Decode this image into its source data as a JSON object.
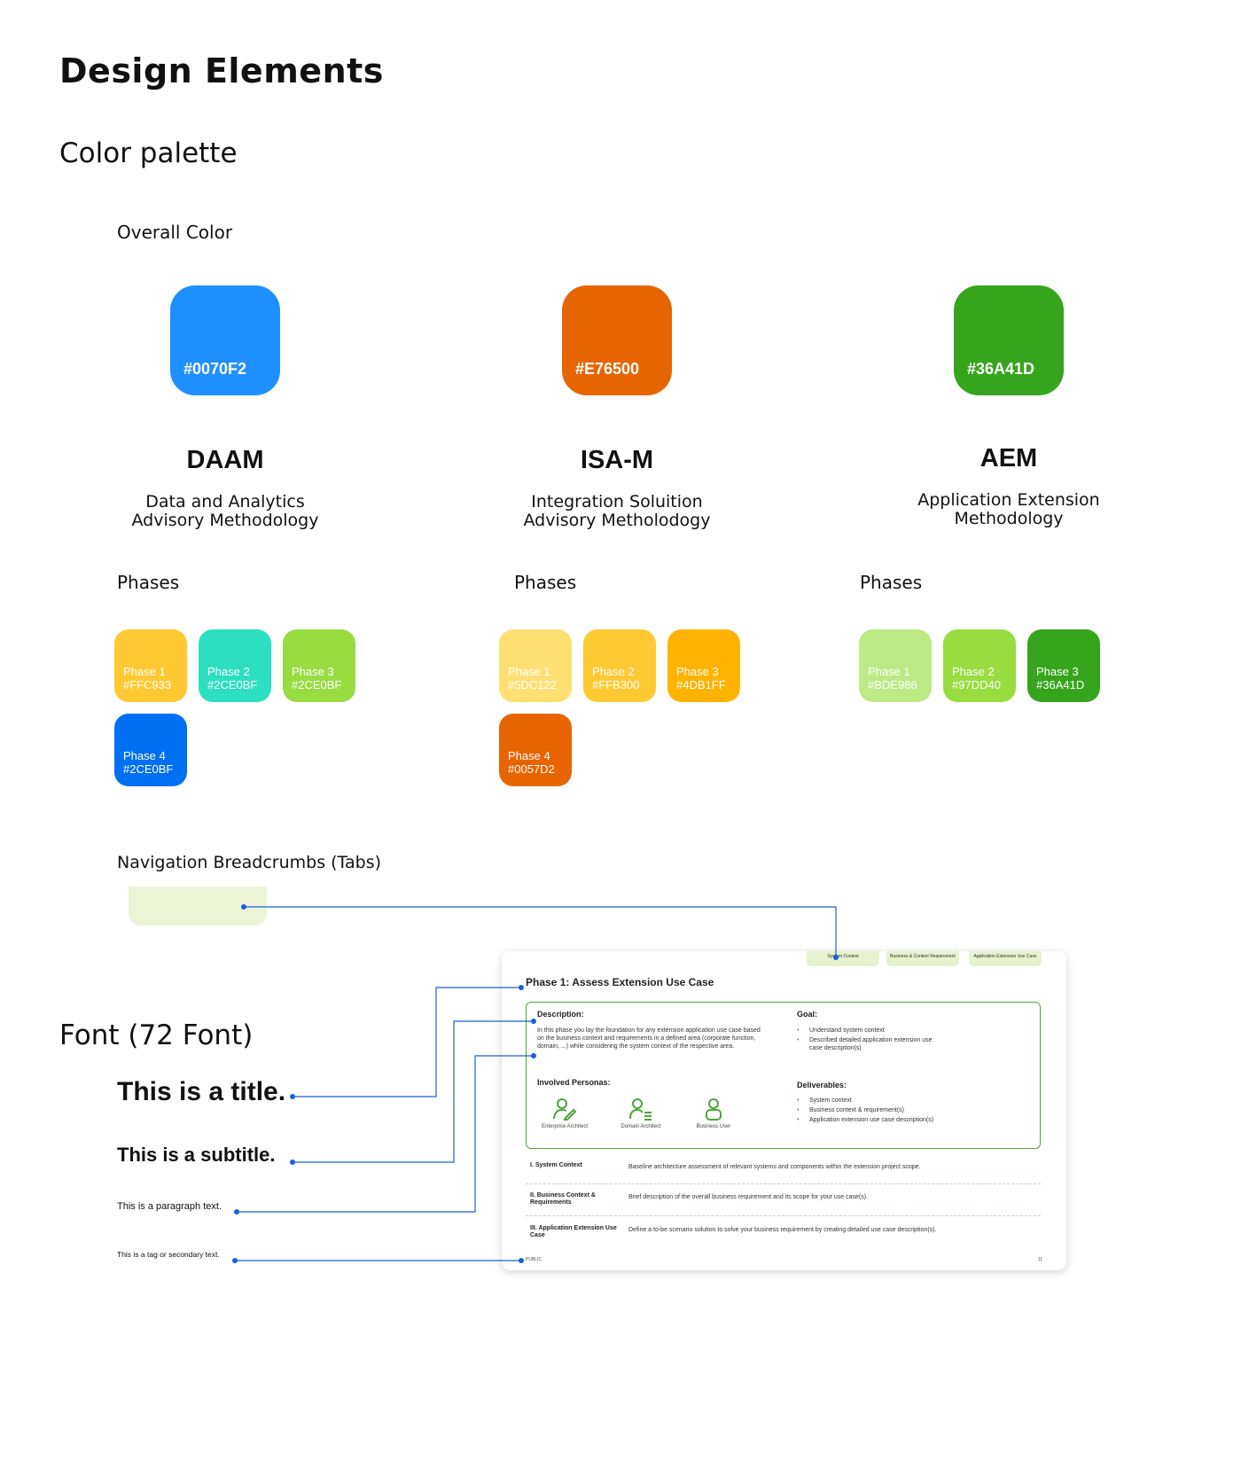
{
  "page": {
    "title": "Design Elements",
    "section_color": "Color palette",
    "overall_color_label": "Overall Color",
    "nav_label": "Navigation Breadcrumbs (Tabs)",
    "font_label": "Font (72 Font)"
  },
  "brands": [
    {
      "hex": "#0070F2",
      "color": "#1E90FF",
      "name": "DAAM",
      "sub1": "Data and Analytics",
      "sub2": "Advisory Methodology",
      "phases_label": "Phases",
      "phases": [
        {
          "label": "Phase 1",
          "hex": "#FFC933",
          "color": "#FFC933"
        },
        {
          "label": "Phase 2",
          "hex": "#2CE0BF",
          "color": "#2CE0BF"
        },
        {
          "label": "Phase 3",
          "hex": "#2CE0BF",
          "color": "#97DD40"
        },
        {
          "label": "Phase 4",
          "hex": "#2CE0BF",
          "color": "#0070F2"
        }
      ]
    },
    {
      "hex": "#E76500",
      "color": "#E76500",
      "name": "ISA-M",
      "sub1": "Integration Soluition",
      "sub2": "Advisory Metholodogy",
      "phases_label": "Phases",
      "phases": [
        {
          "label": "Phase 1",
          "hex": "#5DC122",
          "color": "#FFDF72"
        },
        {
          "label": "Phase 2",
          "hex": "#FFB300",
          "color": "#FFC933"
        },
        {
          "label": "Phase 3",
          "hex": "#4DB1FF",
          "color": "#FFB300"
        },
        {
          "label": "Phase 4",
          "hex": "#0057D2",
          "color": "#E76500"
        }
      ]
    },
    {
      "hex": "#36A41D",
      "color": "#36A41D",
      "name": "AEM",
      "sub1": "Application Extension",
      "sub2": "Methodology",
      "phases_label": "Phases",
      "phases": [
        {
          "label": "Phase 1",
          "hex": "#BDE986",
          "color": "#BDE986"
        },
        {
          "label": "Phase 2",
          "hex": "#97DD40",
          "color": "#97DD40"
        },
        {
          "label": "Phase 3",
          "hex": "#36A41D",
          "color": "#36A41D"
        }
      ]
    }
  ],
  "fonts": {
    "title": "This is a title.",
    "subtitle": "This is a subtitle.",
    "paragraph": "This is a paragraph text.",
    "tag": "This is a tag or secondary text."
  },
  "slide": {
    "tabs": [
      "System Context",
      "Business & Context Requirement",
      "Application Extension Use Case"
    ],
    "title": "Phase 1: Assess Extension Use Case",
    "description_h": "Description:",
    "description": "In this phase you lay the foundation for any extension application use case based on the business context and requirements in a defined area (corporate function, domain, ...) while considering the system context of the respective area.",
    "goal_h": "Goal:",
    "goals": [
      "Understand system context",
      "Described detailed application extension use case description(s)"
    ],
    "personas_h": "Involved Personas:",
    "personas": [
      "Enterprise Architect",
      "Domain Architect",
      "Business User"
    ],
    "deliverables_h": "Deliverables:",
    "deliverables": [
      "System context",
      "Business context & requirement(s)",
      "Application extension use case description(s)"
    ],
    "rows": [
      {
        "label": "I. System Context",
        "desc": "Baseline architecture assessment of relevant systems and components within the extension project scope."
      },
      {
        "label": "II. Business Context & Requirements",
        "desc": "Brief description of the overall business requirement and its scope for your use case(s)."
      },
      {
        "label": "III. Application Extension Use Case",
        "desc": "Define a to-be scenario solution to solve your business requirement by creating detailed use case description(s)."
      }
    ],
    "footer": "PUBLIC",
    "page_num": "11",
    "accent": "#4DA63A"
  },
  "connector_color": "#1A5FD6"
}
